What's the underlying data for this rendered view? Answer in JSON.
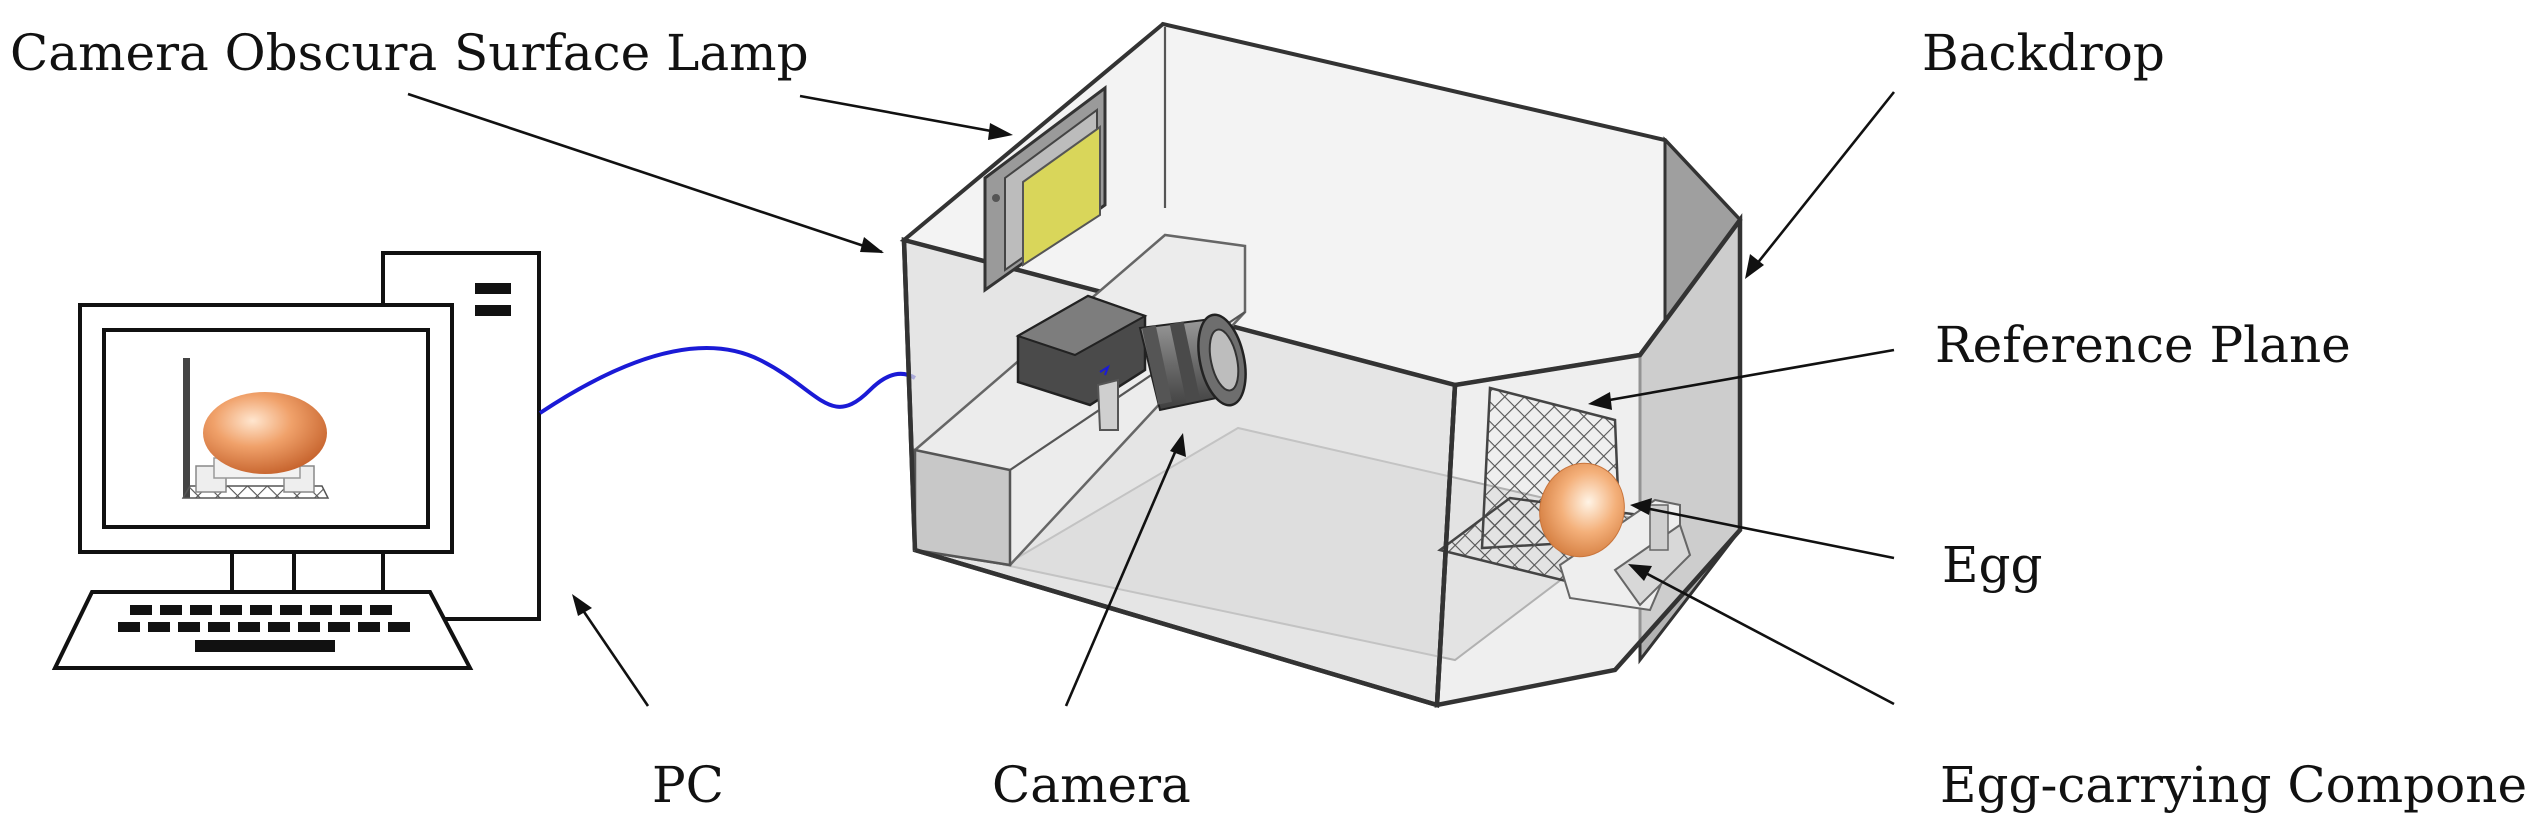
{
  "labels": {
    "camera_obscura": "Camera Obscura",
    "surface_lamp": "Surface Lamp",
    "backdrop": "Backdrop",
    "reference_plane": "Reference Plane",
    "egg": "Egg",
    "egg_carrying_component": "Egg-carrying Component",
    "pc": "PC",
    "camera": "Camera"
  },
  "colors": {
    "cable": "#1a1ad6",
    "lamp_panel": "#d9d65a",
    "egg": "#e8874a",
    "box_fill": "#dcdcdc",
    "box_side": "#a9a9a9"
  }
}
